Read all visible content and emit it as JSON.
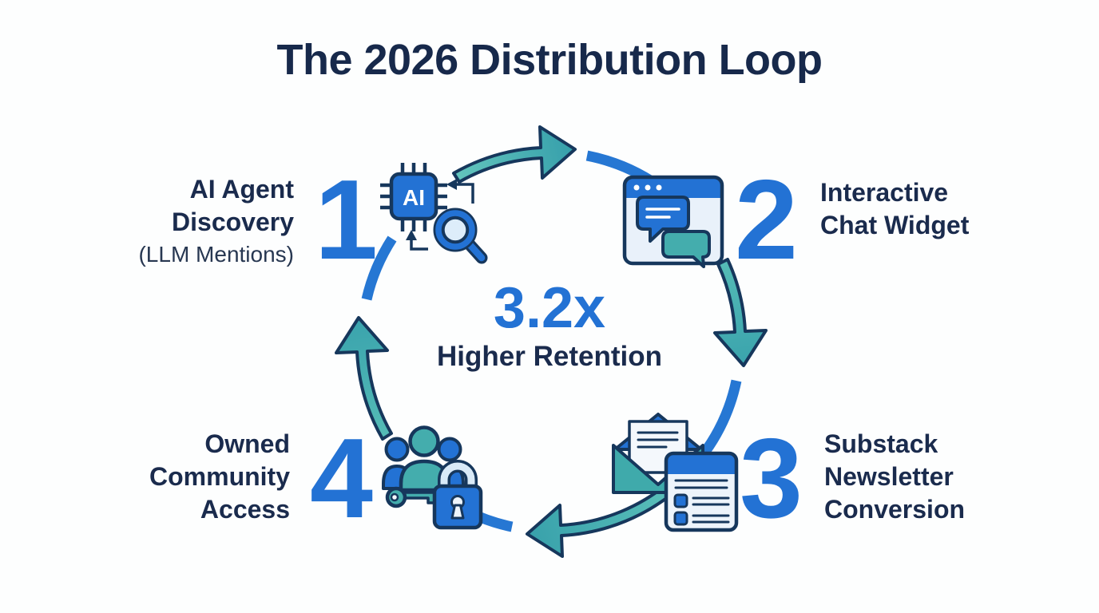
{
  "title": "The 2026 Distribution Loop",
  "center": {
    "metric": "3.2x",
    "caption": "Higher Retention"
  },
  "chip": {
    "label": "AI"
  },
  "steps": [
    {
      "number": "1",
      "label_lines": [
        "AI Agent",
        "Discovery"
      ],
      "sublabel": "(LLM Mentions)",
      "icon": "ai-chip-with-magnifier"
    },
    {
      "number": "2",
      "label_lines": [
        "Interactive",
        "Chat Widget"
      ],
      "icon": "browser-chat-bubbles"
    },
    {
      "number": "3",
      "label_lines": [
        "Substack",
        "Newsletter",
        "Conversion"
      ],
      "icon": "open-envelope-and-newsletter-card"
    },
    {
      "number": "4",
      "label_lines": [
        "Owned",
        "Community",
        "Access"
      ],
      "icon": "people-key-padlock"
    }
  ],
  "colors": {
    "navy_outline": "#16375c",
    "text_navy": "#1a2b4d",
    "accent_blue": "#2372d4",
    "accent_teal": "#44adad",
    "light_fill": "#e9f1fa"
  }
}
